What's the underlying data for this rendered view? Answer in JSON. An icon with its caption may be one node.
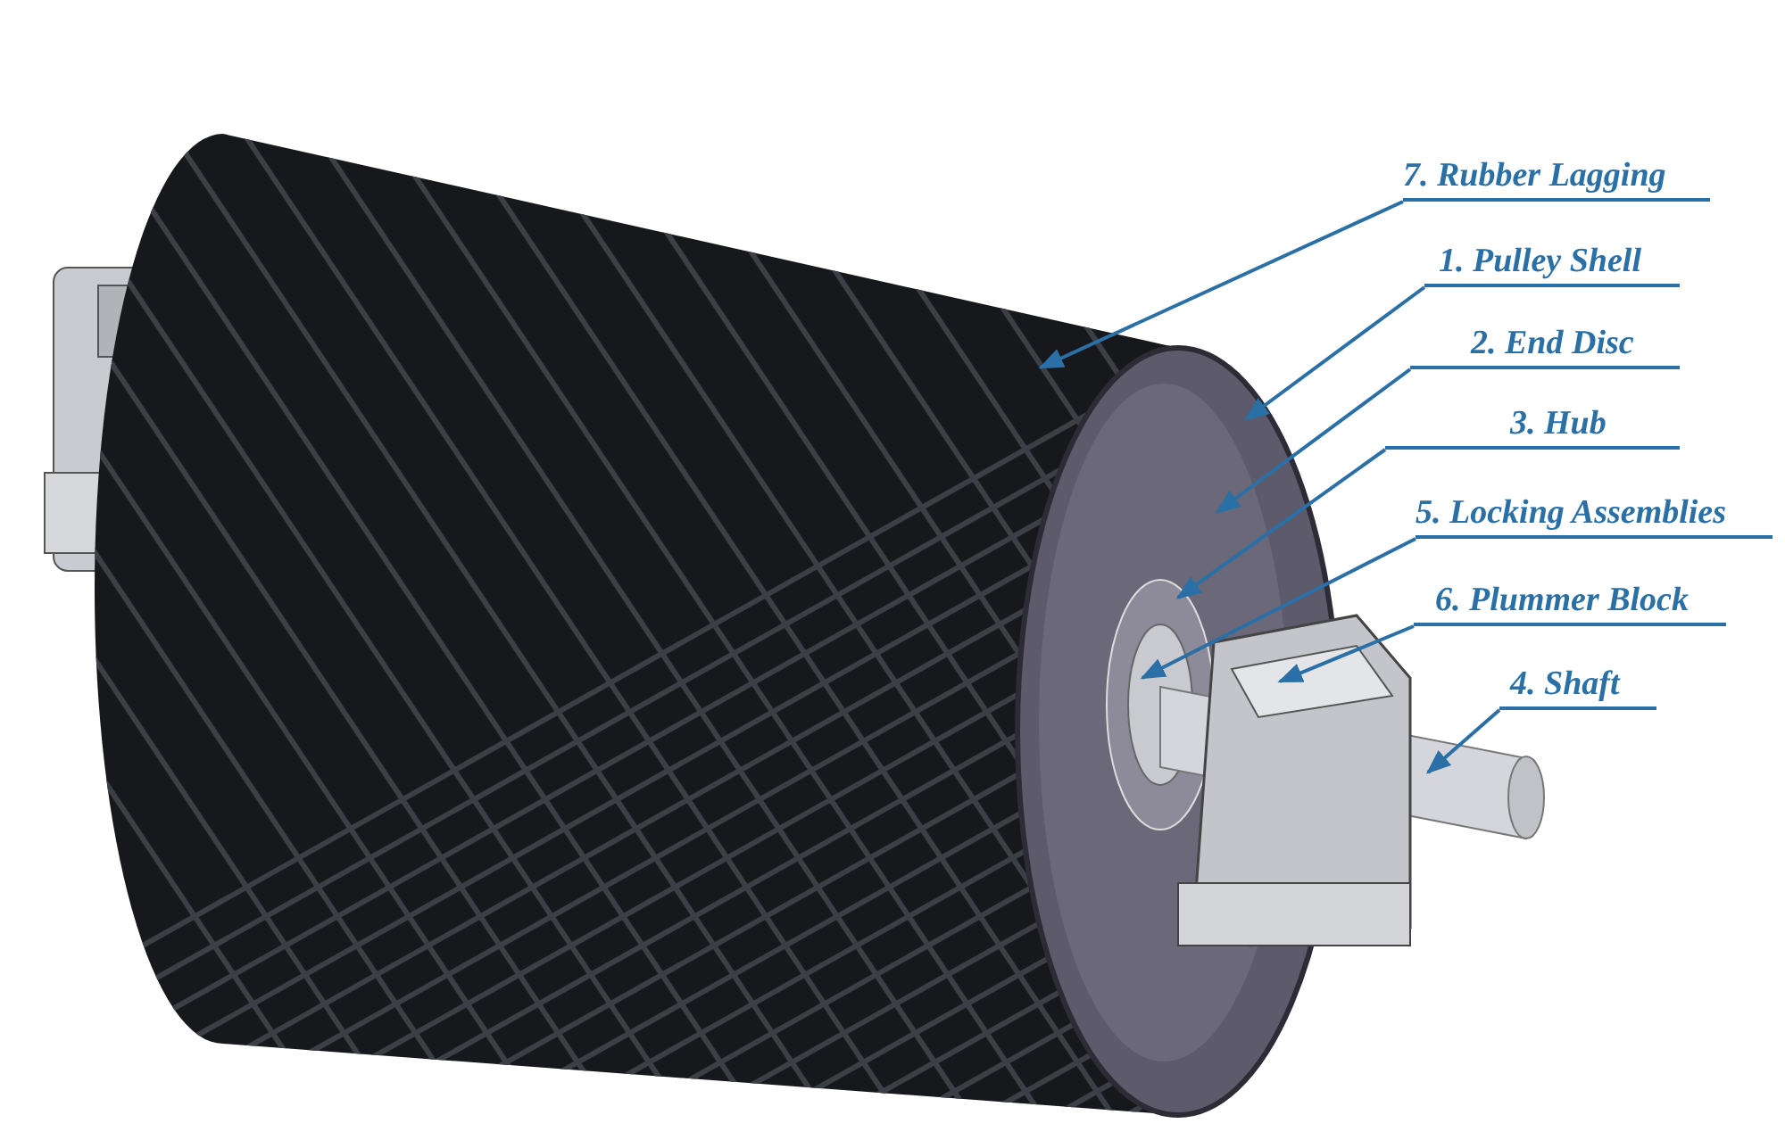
{
  "diagram": {
    "nodes": [
      {
        "text": [
          "7. Rubber Lagging"
        ]
      },
      {
        "text": [
          "1. Pulley Shell"
        ]
      },
      {
        "text": [
          "2. End Disc"
        ]
      },
      {
        "text": [
          "3. Hub"
        ]
      },
      {
        "text": [
          "5. Locking Assemblies"
        ]
      },
      {
        "text": [
          "6. Plummer Block"
        ]
      },
      {
        "text": [
          "4. Shaft"
        ]
      }
    ],
    "edges": [
      {
        "from": 0,
        "to": null,
        "arrow": "to"
      },
      {
        "from": 1,
        "to": null,
        "arrow": "to"
      },
      {
        "from": 2,
        "to": null,
        "arrow": "to"
      },
      {
        "from": 3,
        "to": null,
        "arrow": "to"
      },
      {
        "from": 4,
        "to": null,
        "arrow": "to"
      },
      {
        "from": 5,
        "to": null,
        "arrow": "to"
      },
      {
        "from": 6,
        "to": null,
        "arrow": "to"
      }
    ]
  }
}
